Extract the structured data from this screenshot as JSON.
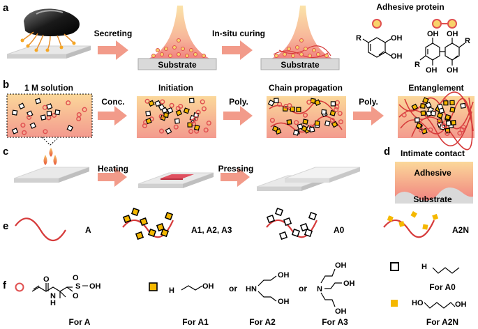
{
  "panels": [
    "a",
    "b",
    "c",
    "d",
    "e",
    "f"
  ],
  "panel_a": {
    "arrow_secreting": "Secreting",
    "arrow_curing": "In-situ curing",
    "substrate_1": "Substrate",
    "substrate_2": "Substrate",
    "protein_title": "Adhesive protein",
    "chem_R": "R",
    "chem_OH": "OH"
  },
  "panel_b": {
    "solution": "1 M solution",
    "initiation": "Initiation",
    "propagation": "Chain propagation",
    "entanglement": "Entanglement",
    "arrow_conc": "Conc.",
    "arrow_poly1": "Poly.",
    "arrow_poly2": "Poly."
  },
  "panel_c": {
    "arrow_heating": "Heating",
    "arrow_pressing": "Pressing"
  },
  "panel_d": {
    "title": "Intimate contact",
    "adhesive": "Adhesive",
    "substrate": "Substrate"
  },
  "panel_e": {
    "label_A": "A",
    "label_A123": "A1, A2, A3",
    "label_A0": "A0",
    "label_A2N": "A2N"
  },
  "panel_f": {
    "for_A": "For A",
    "for_A1": "For A1",
    "for_A2": "For A2",
    "for_A3": "For A3",
    "for_A0": "For A0",
    "for_A2N": "For A2N",
    "or_1": "or",
    "or_2": "or",
    "chem_O": "O",
    "chem_N": "N",
    "chem_H": "H",
    "chem_S": "S",
    "chem_OH": "OH",
    "chem_NH2": "NH",
    "chem_HN": "HN",
    "chem_H2N": "H",
    "chem_HO": "HO"
  },
  "colors": {
    "red_chain": "#d63a3a",
    "pink_arrow": "#f29b8a",
    "yellow_square": "#f5b800",
    "orange_circle": "#f5a623",
    "gradient_top": "#fbd89a",
    "gradient_bottom": "#f07e7e",
    "substrate_gray": "#d9d9d9"
  }
}
